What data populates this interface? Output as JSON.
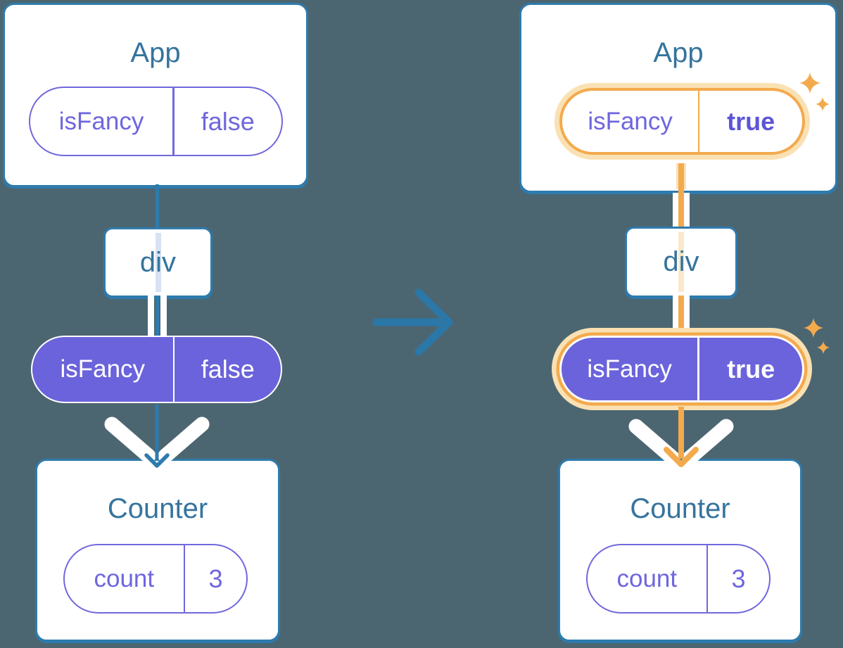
{
  "colors": {
    "background": "#4C6671",
    "card_border": "#2E7BAD",
    "title_text": "#35749E",
    "purple": "#6B63DB",
    "purple_border": "#7168DD",
    "purple_text": "#6F66DE",
    "purple_text_bold": "#5D55D8",
    "orange": "#F3AA4D",
    "orange_light": "#FAE1B3",
    "lavender_trace": "#D7E2F2",
    "peach_trace": "#FAE8CA",
    "arrow": "#2B77A8"
  },
  "transition": {
    "icon": "arrow-right-icon"
  },
  "before": {
    "app": {
      "title": "App",
      "state": {
        "key": "isFancy",
        "value": "false"
      }
    },
    "container": {
      "title": "div"
    },
    "prop": {
      "key": "isFancy",
      "value": "false"
    },
    "counter": {
      "title": "Counter",
      "state": {
        "key": "count",
        "value": "3"
      }
    }
  },
  "after": {
    "app": {
      "title": "App",
      "state": {
        "key": "isFancy",
        "value": "true"
      },
      "highlighted": true
    },
    "container": {
      "title": "div"
    },
    "prop": {
      "key": "isFancy",
      "value": "true",
      "highlighted": true
    },
    "counter": {
      "title": "Counter",
      "state": {
        "key": "count",
        "value": "3"
      }
    },
    "sparkle_icon": "sparkles-icon"
  }
}
